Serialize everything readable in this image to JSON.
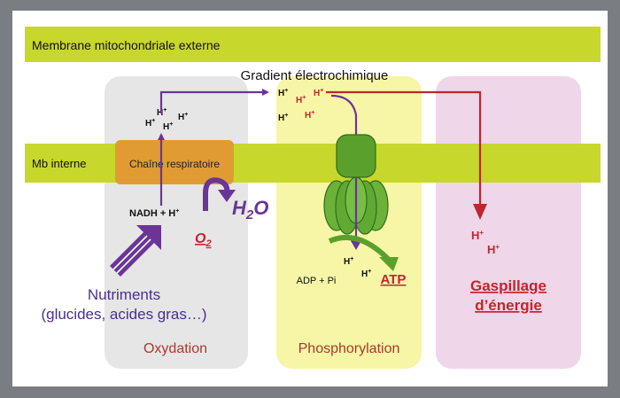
{
  "bands": {
    "outer_membrane": "Membrane mitochondriale externe",
    "inner_membrane": "Mb interne"
  },
  "gradient_label": "Gradient électrochimique",
  "respiratory_chain": "Chaîne respiratoire",
  "nadh": "NADH + H",
  "proton": "H",
  "charge": "+",
  "water": {
    "h": "H",
    "sub": "2",
    "o": "O"
  },
  "oxygen": {
    "o": "O",
    "sub": "2"
  },
  "nutrients": {
    "line1": "Nutriments",
    "line2": "(glucides, acides gras…)"
  },
  "adp": "ADP + Pi",
  "atp": "ATP",
  "waste": {
    "line1": "Gaspillage",
    "line2": "d’énergie"
  },
  "panels": {
    "oxidation": "Oxydation",
    "phosphorylation": "Phosphorylation"
  },
  "colors": {
    "frame": "#7a7e82",
    "membrane": "#c8d72b",
    "oxidation_panel": "#e6e6e6",
    "phosphorylation_panel": "#f7f5a6",
    "waste_panel": "#efd6e8",
    "chain_box": "#e09c33",
    "purple": "#6a3597",
    "red": "#c0262c",
    "green": "#5aa02c"
  },
  "icons": [
    "atp-synthase-icon",
    "curved-arrow-icon",
    "nutrient-arrow-icon"
  ]
}
